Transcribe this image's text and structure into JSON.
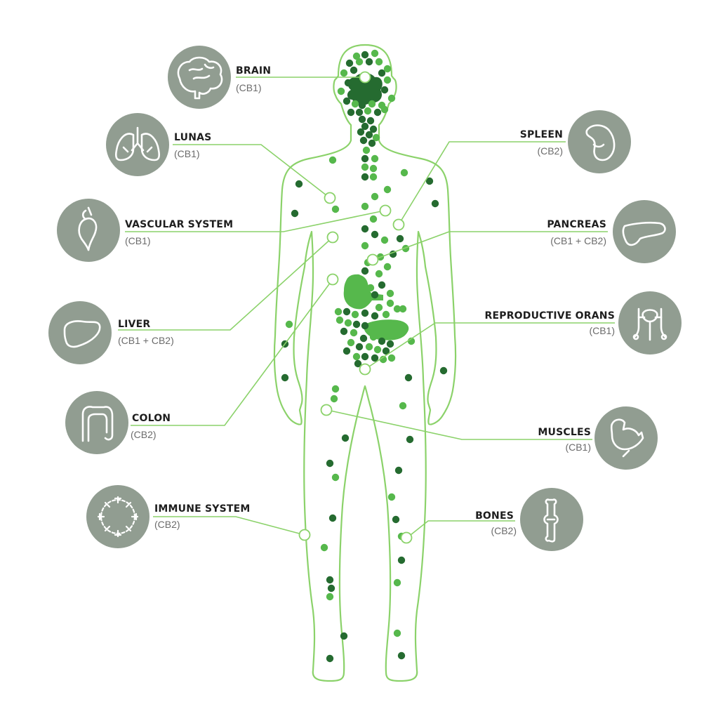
{
  "colors": {
    "icon_disc": "#919d91",
    "outline": "#8bd26a",
    "dot_light": "#56b84c",
    "dot_dark": "#256b30",
    "label_text": "#1e1e1e",
    "receptor_text": "#6b6b6b"
  },
  "labels": [
    {
      "id": "brain",
      "name": "BRAIN",
      "receptor": "(CB1)",
      "icon": "brain-icon"
    },
    {
      "id": "lungs",
      "name": "LUNAS",
      "receptor": "(CB1)",
      "icon": "lungs-icon"
    },
    {
      "id": "vascular",
      "name": "VASCULAR SYSTEM",
      "receptor": "(CB1)",
      "icon": "heart-icon"
    },
    {
      "id": "liver",
      "name": "LIVER",
      "receptor": "(CB1 + CB2)",
      "icon": "liver-icon"
    },
    {
      "id": "colon",
      "name": "COLON",
      "receptor": "(CB2)",
      "icon": "colon-icon"
    },
    {
      "id": "immune",
      "name": "IMMUNE SYSTEM",
      "receptor": "(CB2)",
      "icon": "immune-cells-icon"
    },
    {
      "id": "spleen",
      "name": "SPLEEN",
      "receptor": "(CB2)",
      "icon": "spleen-icon"
    },
    {
      "id": "pancreas",
      "name": "PANCREAS",
      "receptor": "(CB1 + CB2)",
      "icon": "pancreas-icon"
    },
    {
      "id": "reproductive",
      "name": "REPRODUCTIVE ORANS",
      "receptor": "(CB1)",
      "icon": "reproductive-organs-icon"
    },
    {
      "id": "muscles",
      "name": "MUSCLES",
      "receptor": "(CB1)",
      "icon": "muscle-icon"
    },
    {
      "id": "bones",
      "name": "BONES",
      "receptor": "(CB2)",
      "icon": "bone-icon"
    }
  ]
}
